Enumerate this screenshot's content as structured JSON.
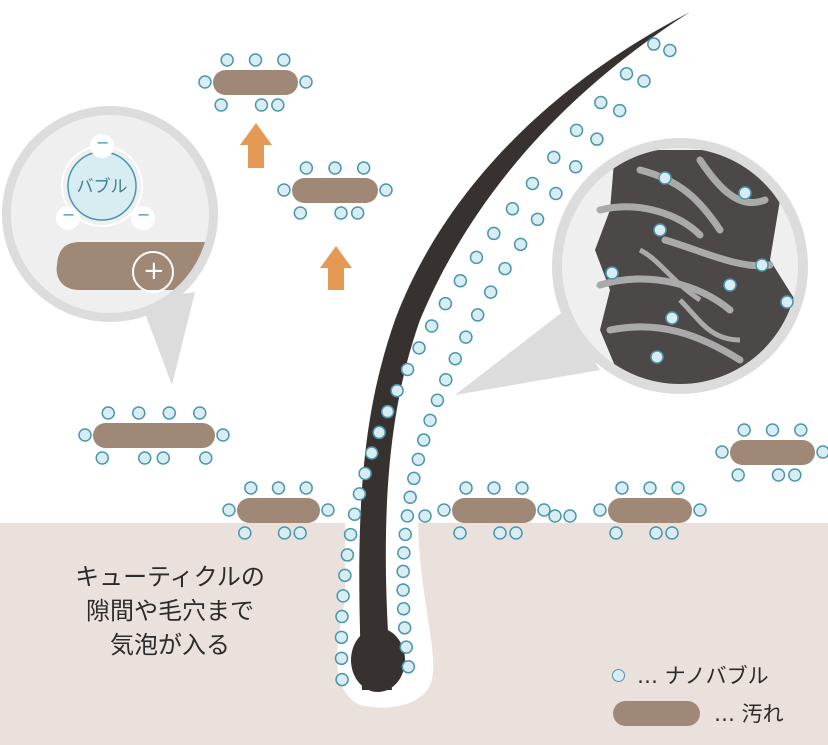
{
  "caption": {
    "line1": "キューティクルの",
    "line2": "隙間や毛穴まで",
    "line3": "気泡が入る"
  },
  "callout": {
    "bubble_label": "バブル",
    "negative_sign": "−",
    "positive_sign": "+"
  },
  "legend": {
    "nanobubble": "… ナノバブル",
    "dirt": "… 汚れ"
  },
  "colors": {
    "floor": "#ebe1dc",
    "dirt": "#a08877",
    "bubble_fill": "#d8edf1",
    "bubble_stroke": "#4a97ad",
    "hair": "#373230",
    "arrow": "#e49a55",
    "magnifier": "#dcdcdc"
  }
}
